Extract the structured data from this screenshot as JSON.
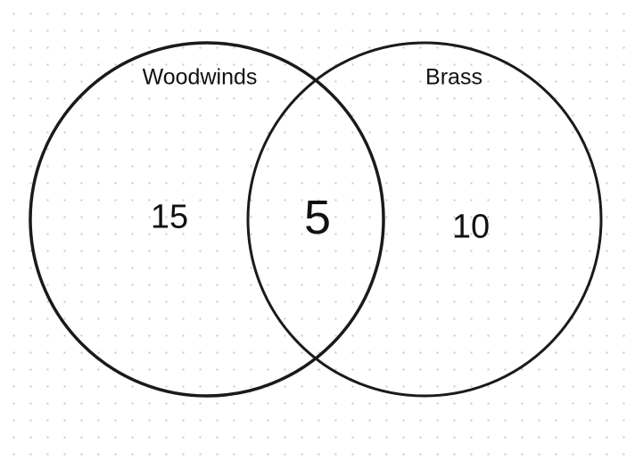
{
  "venn": {
    "sets": [
      {
        "name": "Woodwinds",
        "only_count": "15"
      },
      {
        "name": "Brass",
        "only_count": "10"
      }
    ],
    "intersection_count": "5",
    "stroke_color": "#1a1a1a",
    "background_dot_color": "#c9c9c9"
  }
}
